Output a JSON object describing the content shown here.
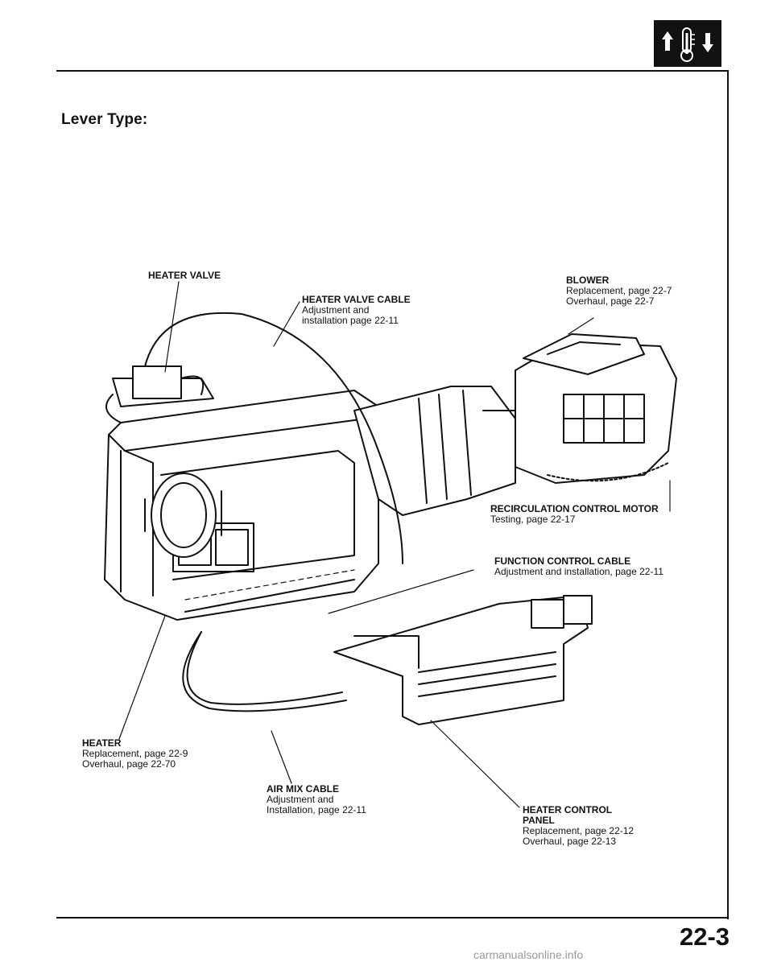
{
  "title": "Lever Type:",
  "labels": {
    "heater_valve": {
      "title": "HEATER VALVE"
    },
    "heater_valve_cable": {
      "title": "HEATER VALVE CABLE",
      "line1": "Adjustment and",
      "line2": "installation page 22-11"
    },
    "blower": {
      "title": "BLOWER",
      "line1": "Replacement, page 22-7",
      "line2": "Overhaul, page 22-7"
    },
    "recirculation_motor": {
      "title": "RECIRCULATION CONTROL MOTOR",
      "line1": "Testing, page 22-17"
    },
    "function_cable": {
      "title": "FUNCTION CONTROL CABLE",
      "line1": "Adjustment and installation, page 22-11"
    },
    "heater": {
      "title": "HEATER",
      "line1": "Replacement, page 22-9",
      "line2": "Overhaul, page 22-70"
    },
    "air_mix_cable": {
      "title": "AIR MIX CABLE",
      "line1": "Adjustment and",
      "line2": "Installation, page 22-11"
    },
    "control_panel": {
      "title": "HEATER CONTROL",
      "title2": "PANEL",
      "line1": "Replacement, page 22-12",
      "line2": "Overhaul, page 22-13"
    }
  },
  "page_number": "22-3",
  "watermark": "carmanualsonline.info",
  "icon": "heater-thermometer-icon",
  "colors": {
    "ink": "#111111",
    "paper": "#ffffff",
    "watermark": "#9a9a9a"
  }
}
